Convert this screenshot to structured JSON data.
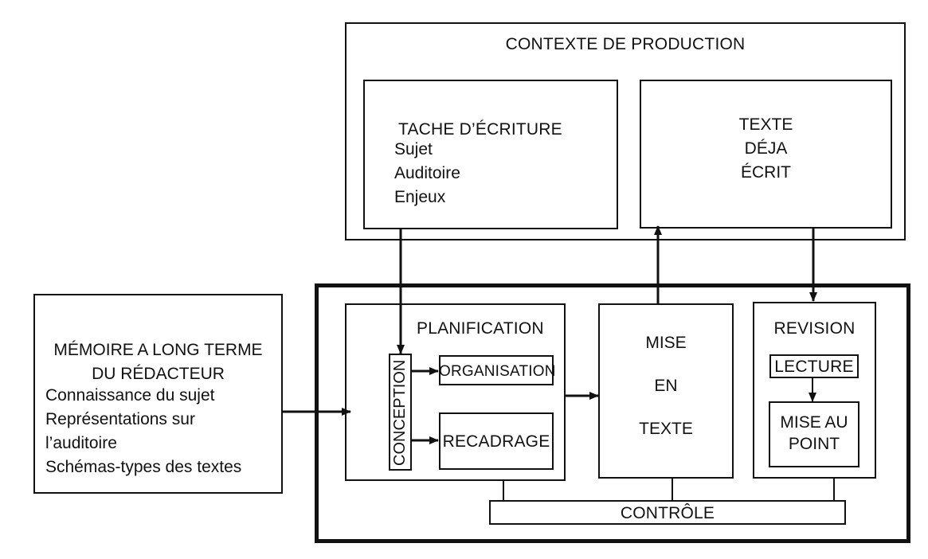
{
  "contexte": {
    "title": "CONTEXTE DE PRODUCTION",
    "tache": {
      "title": "TACHE D’ÉCRITURE",
      "items": [
        "Sujet",
        "Auditoire",
        "Enjeux"
      ]
    },
    "texte_deja_ecrit": [
      "TEXTE",
      "DÉJA",
      "ÉCRIT"
    ]
  },
  "memoire": {
    "title_lines": [
      "MÉMOIRE A LONG TERME",
      "DU RÉDACTEUR"
    ],
    "items": [
      "Connaissance du sujet",
      "Représentations sur",
      "l’auditoire",
      "Schémas-types des textes"
    ]
  },
  "planification": {
    "title": "PLANIFICATION",
    "conception": "CONCEPTION",
    "organisation": "ORGANISATION",
    "recadrage": "RECADRAGE"
  },
  "mise_en_texte": [
    "MISE",
    "EN",
    "TEXTE"
  ],
  "revision": {
    "title": "REVISION",
    "lecture": "LECTURE",
    "mise_au_point": [
      "MISE AU",
      "POINT"
    ]
  },
  "controle": "CONTRÔLE"
}
